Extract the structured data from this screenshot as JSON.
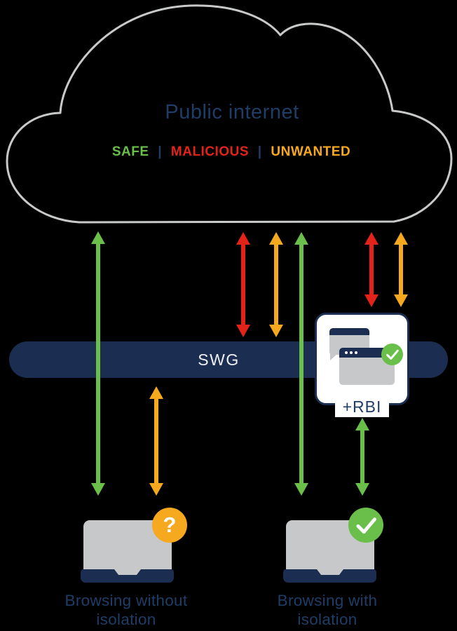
{
  "colors": {
    "bg": "#000000",
    "green": "#6abf4b",
    "red": "#e2231a",
    "orange": "#f6a81e",
    "navy": "#1b2d50",
    "text_navy": "#1f3d66",
    "laptop_gray": "#c7c8ca",
    "cloud_outline": "#c8c9ca",
    "white": "#ffffff"
  },
  "cloud": {
    "title": "Public internet",
    "legend": {
      "safe": "SAFE",
      "separator": "|",
      "malicious": "MALICIOUS",
      "unwanted": "UNWANTED"
    }
  },
  "gateway": {
    "label": "SWG"
  },
  "rbi": {
    "label": "+RBI"
  },
  "arrows": [
    {
      "id": "safe-traffic-left",
      "color": "green"
    },
    {
      "id": "malicious-traffic-blocked",
      "color": "red"
    },
    {
      "id": "unwanted-traffic-blocked",
      "color": "orange"
    },
    {
      "id": "safe-traffic-right",
      "color": "green"
    },
    {
      "id": "malicious-traffic-to-rbi",
      "color": "red"
    },
    {
      "id": "unwanted-traffic-to-rbi",
      "color": "orange"
    },
    {
      "id": "unwanted-traffic-passthrough",
      "color": "orange"
    },
    {
      "id": "isolated-traffic-to-endpoint",
      "color": "green"
    }
  ],
  "laptop_without": {
    "badge": "?",
    "label_line1": "Browsing without",
    "label_line2": "isolation"
  },
  "laptop_with": {
    "label_line1": "Browsing with",
    "label_line2": "isolation"
  }
}
